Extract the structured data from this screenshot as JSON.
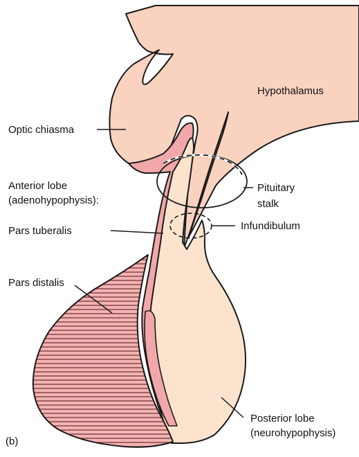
{
  "panel_label": "(b)",
  "labels": {
    "hypothalamus": "Hypothalamus",
    "optic_chiasma": "Optic chiasma",
    "anterior_lobe_line1": "Anterior lobe",
    "anterior_lobe_line2": "(adenohypophysis):",
    "pars_tuberalis": "Pars tuberalis",
    "pars_distalis": "Pars distalis",
    "pituitary_stalk_line1": "Pituitary",
    "pituitary_stalk_line2": "stalk",
    "infundibulum": "Infundibulum",
    "posterior_lobe_line1": "Posterior lobe",
    "posterior_lobe_line2": "(neurohypophysis)"
  },
  "colors": {
    "hypothalamus_tissue": "#f9d2c0",
    "neural_tissue": "#fbe3cd",
    "pars_tuberalis_tissue": "#f2a7aa",
    "pars_distalis_fill": "#f2b4b2",
    "pars_distalis_hatch": "#7a3438",
    "outline": "#1a1a1a"
  }
}
